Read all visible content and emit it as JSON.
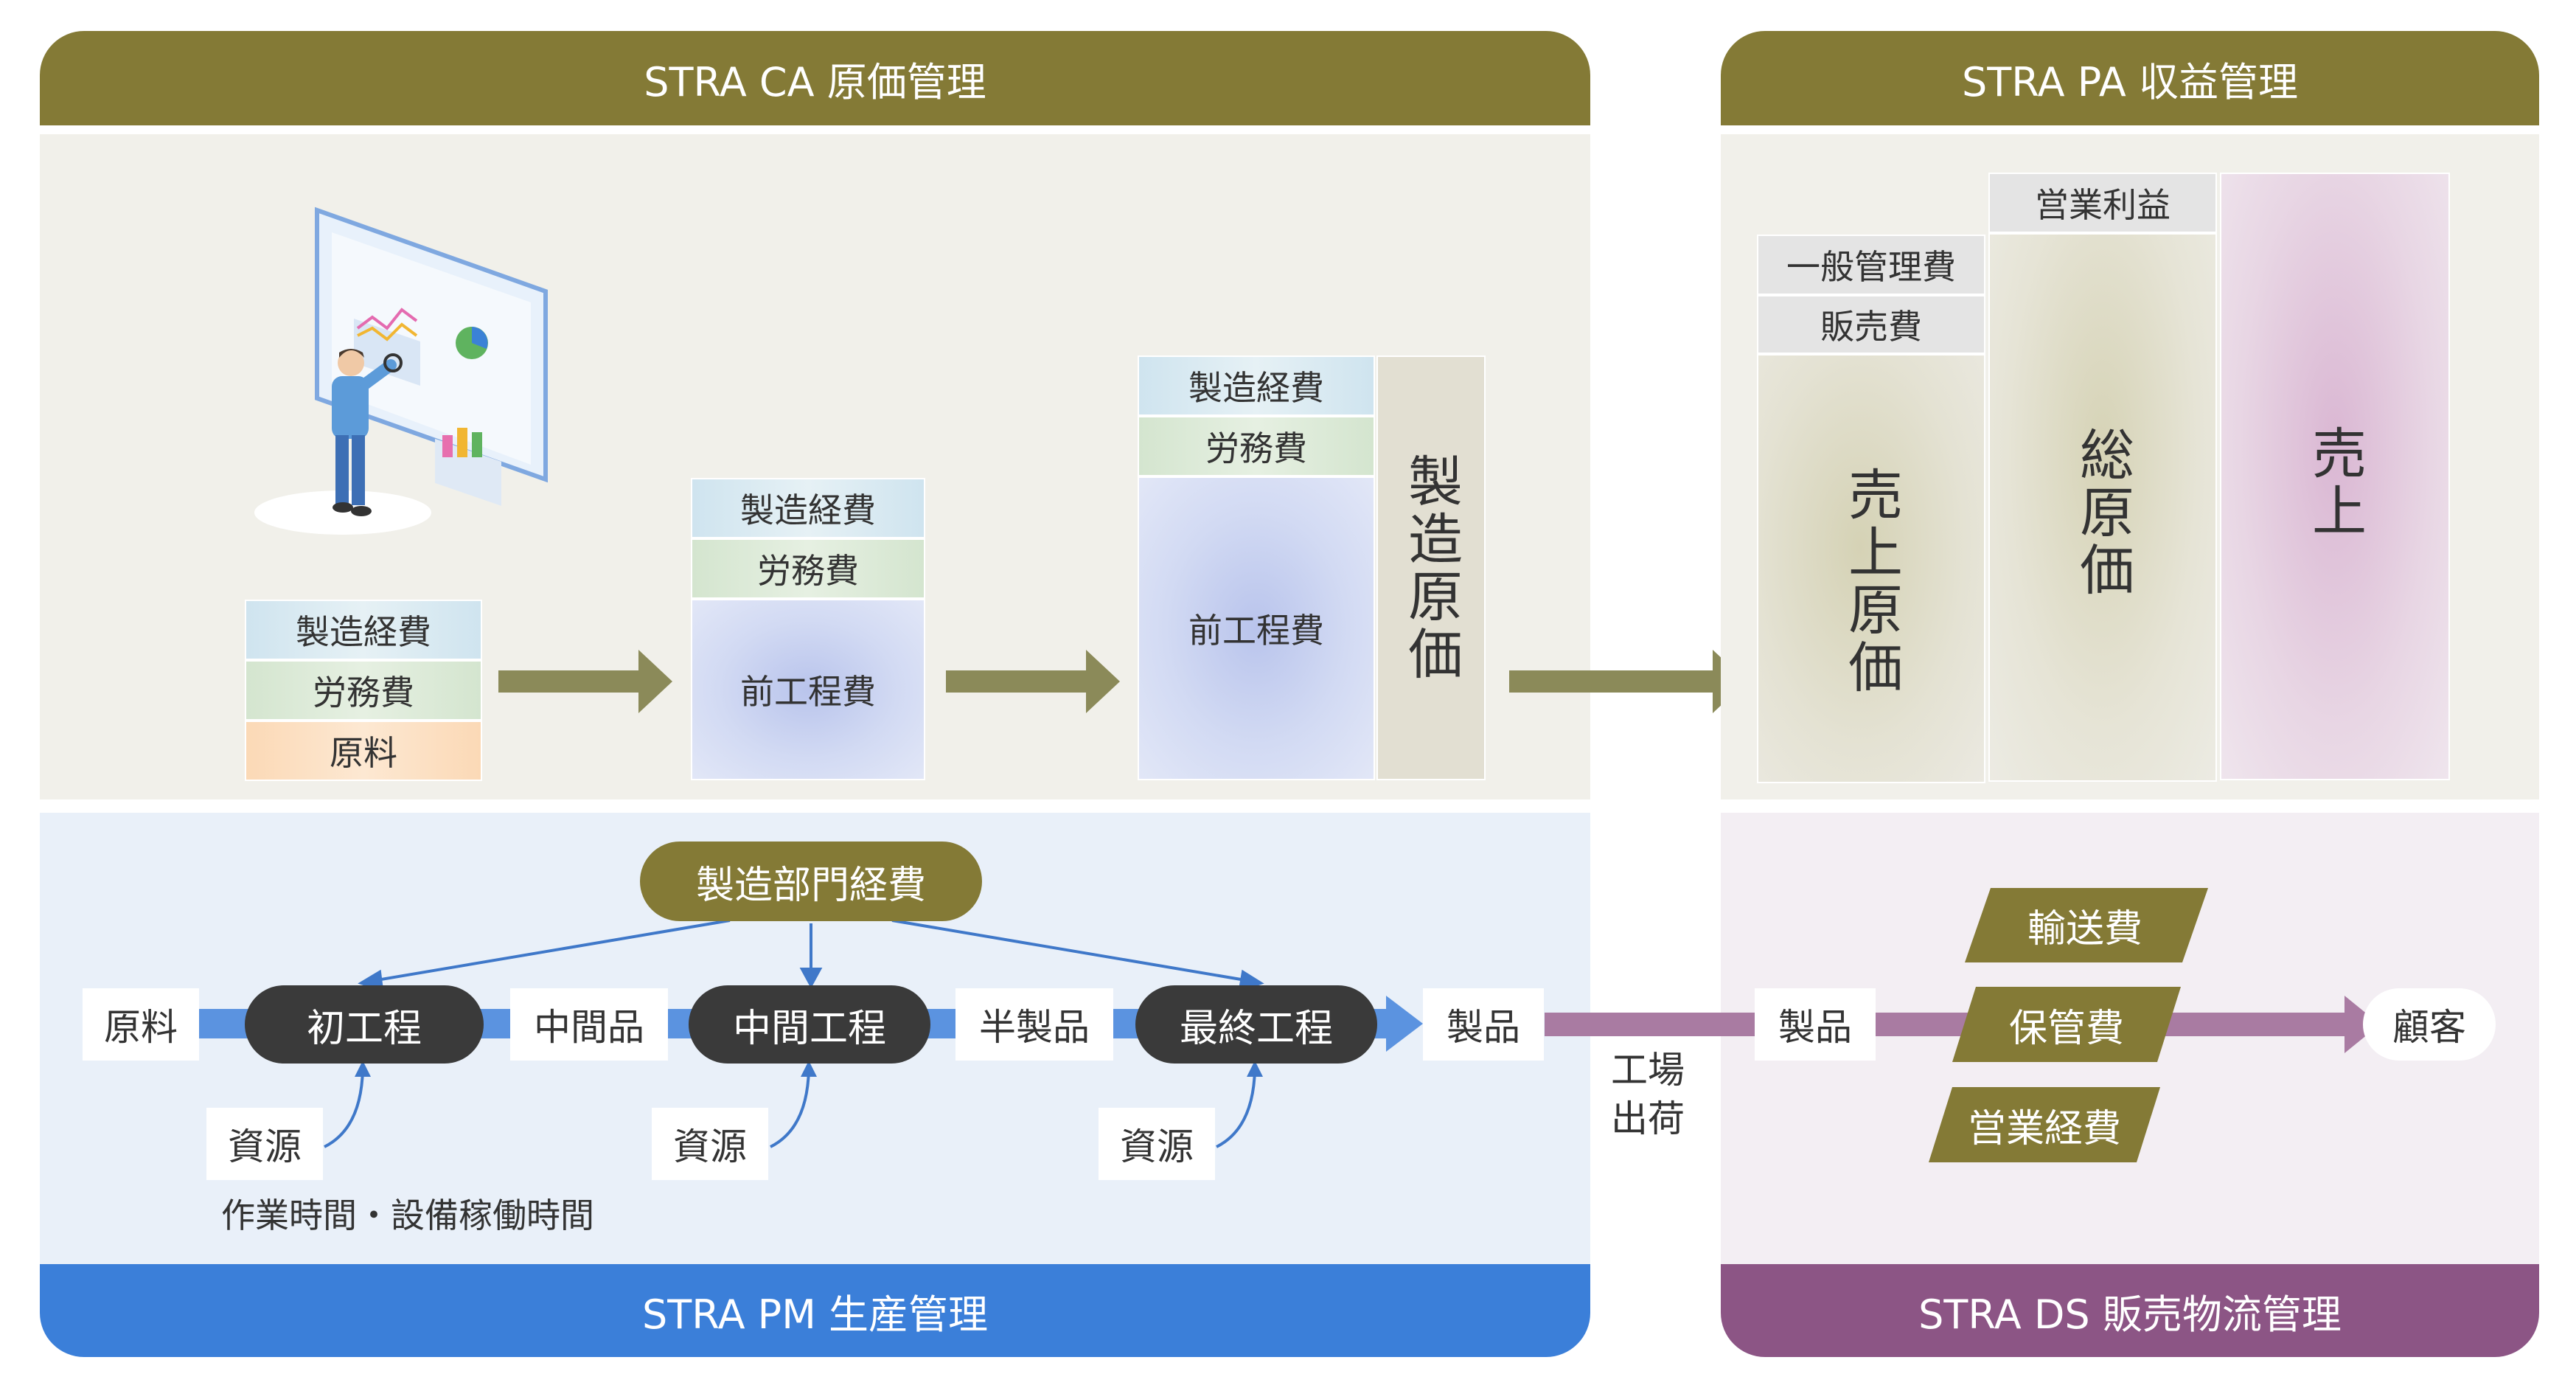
{
  "ca": {
    "header": "STRA CA 原価管理",
    "stage1": {
      "keihi": "製造経費",
      "romu": "労務費",
      "genryo": "原料"
    },
    "stage2": {
      "keihi": "製造経費",
      "romu": "労務費",
      "zenko": "前工程費"
    },
    "stage3": {
      "keihi": "製造経費",
      "romu": "労務費",
      "zenko": "前工程費",
      "seizo_genka": "製造原価"
    }
  },
  "pa": {
    "header": "STRA PA 収益管理",
    "ippan": "一般管理費",
    "hanbai": "販売費",
    "uriage_genka": "売上原価",
    "eigyo_rieki": "営業利益",
    "sogenka": "総原価",
    "uriage": "売上"
  },
  "pm": {
    "footer": "STRA PM 生産管理",
    "dept_cost": "製造部門経費",
    "genryo": "原料",
    "shokotei": "初工程",
    "chukanhin": "中間品",
    "chukankotei": "中間工程",
    "hanseihin": "半製品",
    "saishukotei": "最終工程",
    "seihin": "製品",
    "shigen1": "資源",
    "shigen2": "資源",
    "shigen3": "資源",
    "note": "作業時間・設備稼働時間"
  },
  "shipping": "工場\n出荷",
  "ds": {
    "footer": "STRA DS 販売物流管理",
    "seihin": "製品",
    "yuso": "輸送費",
    "hokan": "保管費",
    "eigyo_keihi": "営業経費",
    "kokyaku": "顧客"
  },
  "colors": {
    "olive": "#847a36",
    "blue": "#3b7fd9",
    "purple": "#8c5585",
    "flow_blue": "#5b93e0",
    "flow_purple": "#a97ba2",
    "dark_pill": "#3a3a3a"
  }
}
